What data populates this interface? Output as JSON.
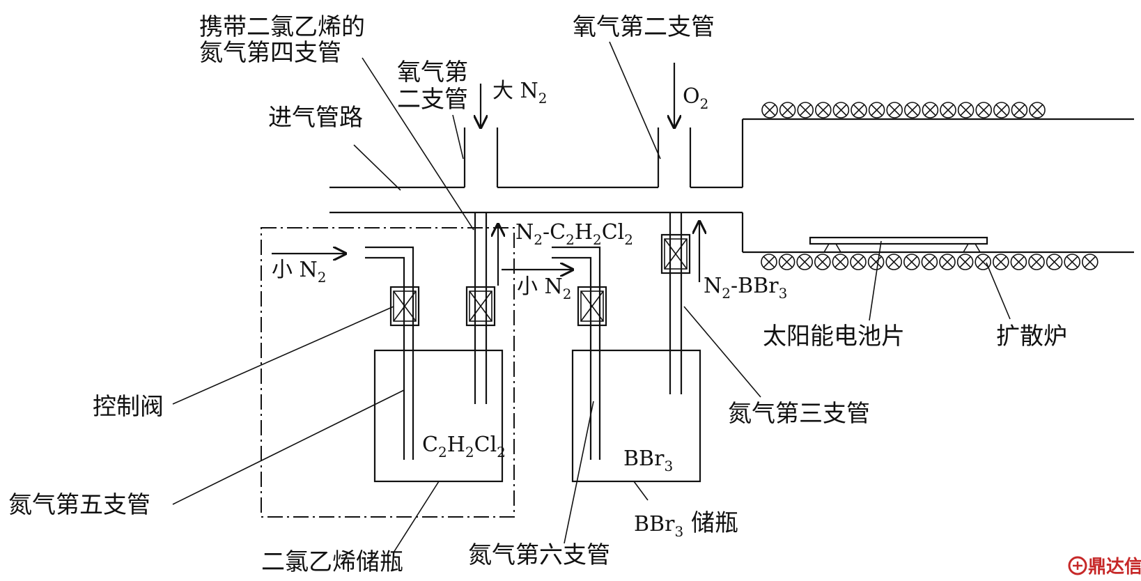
{
  "labels": {
    "n2_branch4_line1": "携带二氯乙烯的",
    "n2_branch4_line2": "氮气第四支管",
    "o2_branch2_top": "氧气第二支管",
    "o2_branch2_left_line1": "氧气第",
    "o2_branch2_left_line2": "二支管",
    "big_n2_prefix": "大 N",
    "big_n2_sub": "2",
    "inlet_pipe": "进气管路",
    "o2_main": "O",
    "o2_sub": "2",
    "small_n2_left_prefix": "小 N",
    "small_n2_left_sub": "2",
    "small_n2_mid_prefix": "小 N",
    "small_n2_mid_sub": "2",
    "n2_c2h2cl2_a": "N",
    "n2_c2h2cl2_b": "2",
    "n2_c2h2cl2_c": "-C",
    "n2_c2h2cl2_d": "2",
    "n2_c2h2cl2_e": "H",
    "n2_c2h2cl2_f": "2",
    "n2_c2h2cl2_g": "Cl",
    "n2_c2h2cl2_h": "2",
    "n2_bbr3_a": "N",
    "n2_bbr3_b": "2",
    "n2_bbr3_c": "-BBr",
    "n2_bbr3_d": "3",
    "solar_cell": "太阳能电池片",
    "diffusion_furnace": "扩散炉",
    "control_valve": "控制阀",
    "n2_branch3": "氮气第三支管",
    "n2_branch5": "氮气第五支管",
    "dce_bottle": "二氯乙烯储瓶",
    "n2_branch6": "氮气第六支管",
    "bbr3_bottle_a": "BBr",
    "bbr3_bottle_b": "3",
    "bbr3_bottle_c": " 储瓶",
    "c2h2cl2_content_a": "C",
    "c2h2cl2_content_b": "2",
    "c2h2cl2_content_c": "H",
    "c2h2cl2_content_d": "2",
    "c2h2cl2_content_e": "Cl",
    "c2h2cl2_content_f": "2",
    "bbr3_content_a": "BBr",
    "bbr3_content_b": "3"
  },
  "watermark": "鼎达信",
  "colors": {
    "line": "#111111",
    "watermark": "#c62828"
  }
}
